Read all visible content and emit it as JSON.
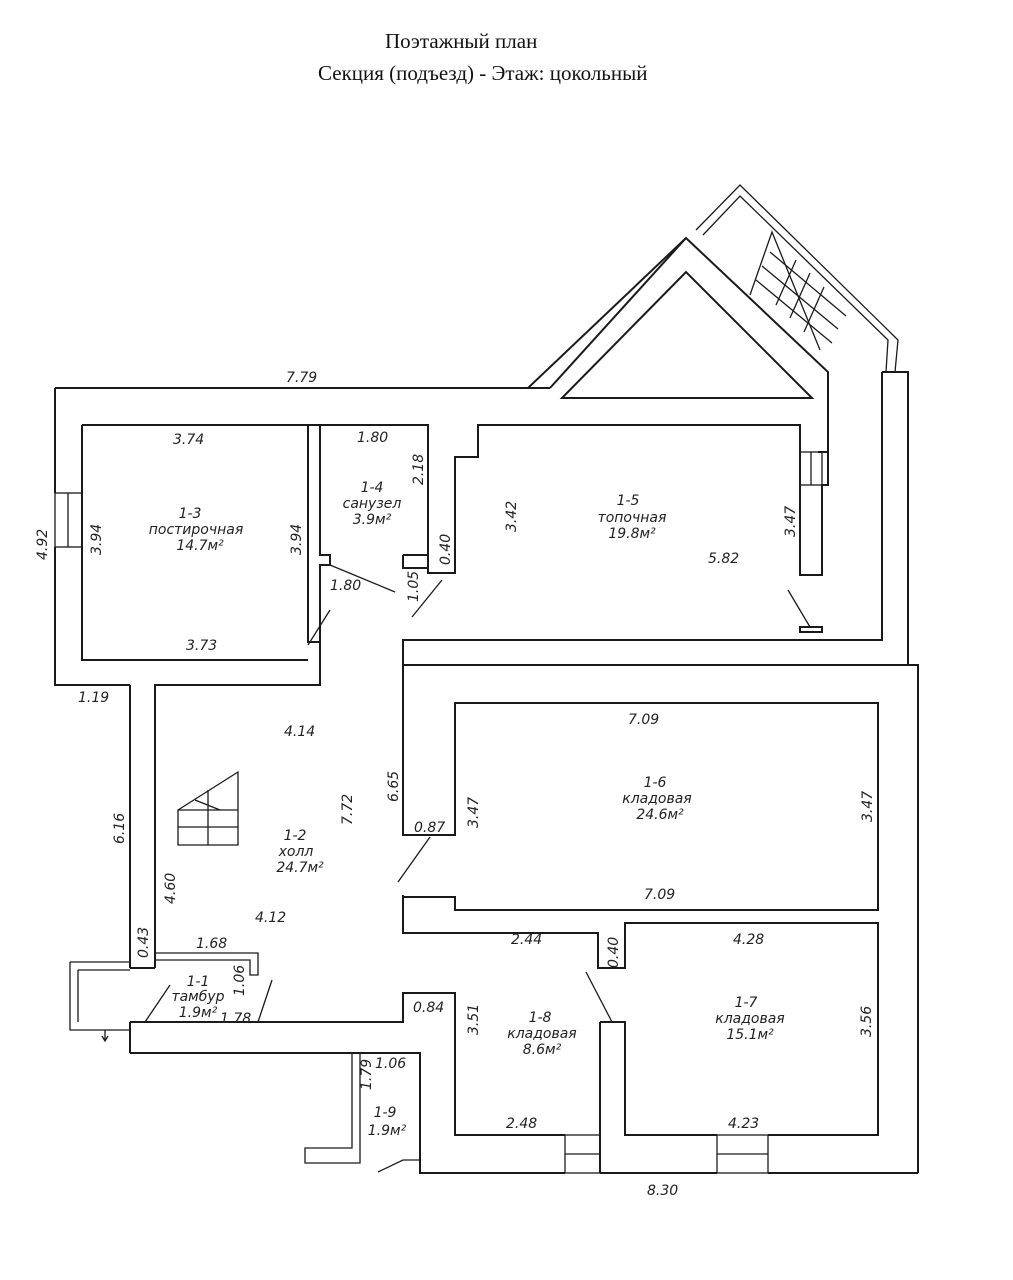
{
  "header": {
    "line1": "Поэтажный план",
    "line2": "Секция (подъезд) -     Этаж: цокольный"
  },
  "rooms": [
    {
      "id": "1-1",
      "name": "тамбур",
      "area": "1.9м²"
    },
    {
      "id": "1-2",
      "name": "холл",
      "area": "24.7м²"
    },
    {
      "id": "1-3",
      "name": "постирочная",
      "area": "14.7м²"
    },
    {
      "id": "1-4",
      "name": "санузел",
      "area": "3.9м²"
    },
    {
      "id": "1-5",
      "name": "топочная",
      "area": "19.8м²"
    },
    {
      "id": "1-6",
      "name": "кладовая",
      "area": "24.6м²"
    },
    {
      "id": "1-7",
      "name": "кладовая",
      "area": "15.1м²"
    },
    {
      "id": "1-8",
      "name": "кладовая",
      "area": "8.6м²"
    },
    {
      "id": "1-9",
      "name": "",
      "area": "1.9м²"
    }
  ],
  "dimensions": {
    "d_7_79": "7.79",
    "d_4_92": "4.92",
    "d_3_74": "3.74",
    "d_3_94_a": "3.94",
    "d_3_94_b": "3.94",
    "d_1_80_a": "1.80",
    "d_2_18": "2.18",
    "d_1_80_b": "1.80",
    "d_3_73": "3.73",
    "d_1_05": "1.05",
    "d_0_40_a": "0.40",
    "d_3_42": "3.42",
    "d_3_47_a": "3.47",
    "d_5_82": "5.82",
    "d_1_19": "1.19",
    "d_4_14": "4.14",
    "d_6_65": "6.65",
    "d_7_72": "7.72",
    "d_6_16": "6.16",
    "d_4_60": "4.60",
    "d_0_87": "0.87",
    "d_3_47_b": "3.47",
    "d_7_09_a": "7.09",
    "d_3_47_c": "3.47",
    "d_7_09_b": "7.09",
    "d_4_12": "4.12",
    "d_0_43": "0.43",
    "d_1_68": "1.68",
    "d_1_06_a": "1.06",
    "d_1_78": "1.78",
    "d_2_44": "2.44",
    "d_0_40_b": "0.40",
    "d_4_28": "4.28",
    "d_0_84": "0.84",
    "d_3_51": "3.51",
    "d_3_56": "3.56",
    "d_1_06_b": "1.06",
    "d_1_79": "1.79",
    "d_2_48": "2.48",
    "d_4_23": "4.23",
    "d_8_30": "8.30"
  }
}
